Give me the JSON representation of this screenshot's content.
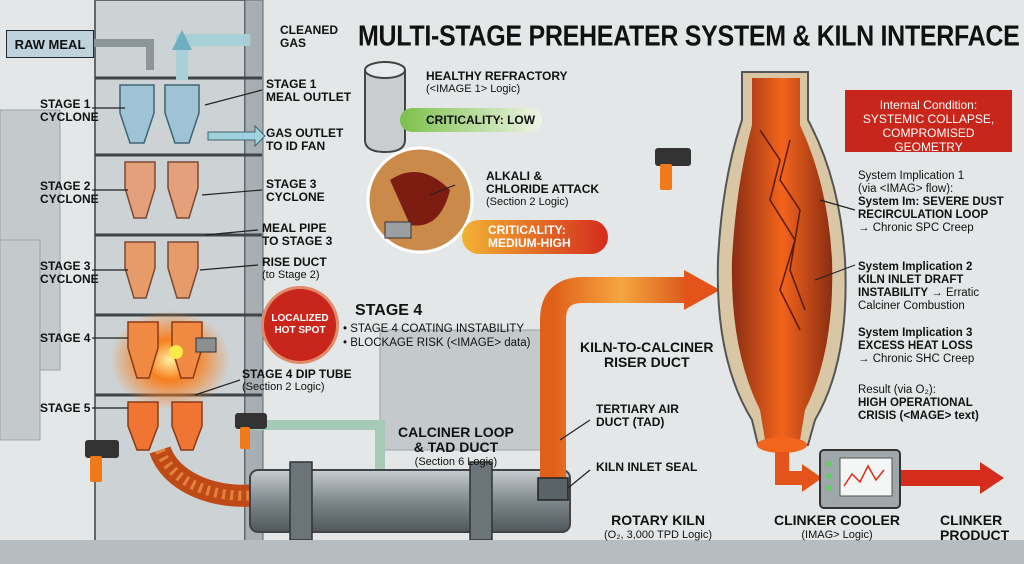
{
  "title": "MULTI-STAGE PREHEATER SYSTEM & KILN INTERFACE",
  "raw_meal": "RAW MEAL",
  "stages": {
    "s1": [
      "STAGE 1",
      "CYCLONE"
    ],
    "s2": [
      "STAGE 2",
      "CYCLONE"
    ],
    "s3": [
      "STAGE 3",
      "CYCLONE"
    ],
    "s4": "STAGE 4",
    "s5": "STAGE 5"
  },
  "tower_labels": {
    "cleaned_gas": [
      "CLEANED",
      "GAS"
    ],
    "meal_outlet": [
      "STAGE 1",
      "MEAL OUTLET"
    ],
    "gas_outlet": [
      "GAS OUTLET",
      "TO ID FAN"
    ],
    "stage3_cyclone": [
      "STAGE 3",
      "CYCLONE"
    ],
    "meal_pipe": [
      "MEAL PIPE",
      "TO STAGE 3"
    ],
    "rise_duct": "RISE DUCT",
    "rise_duct_sub": "(to Stage 2)",
    "dip_tube": "STAGE 4 DIP TUBE",
    "dip_tube_sub": "(Section 2 Logic)"
  },
  "refractory": {
    "healthy": [
      "HEALTHY REFRACTORY",
      "(<IMAGE 1> Logic)"
    ],
    "healthy_criticality": "CRITICALITY: LOW",
    "alkali": [
      "ALKALI &",
      "CHLORIDE ATTACK"
    ],
    "alkali_sub": "(Section 2 Logic)",
    "alkali_criticality": [
      "CRITICALITY:",
      "MEDIUM-HIGH"
    ]
  },
  "hotspot": {
    "badge": [
      "LOCALIZED",
      "HOT SPOT"
    ],
    "heading": "STAGE 4",
    "bullets": [
      "• STAGE 4 COATING INSTABILITY",
      "• BLOCKAGE RISK (<IMAGE> data)"
    ]
  },
  "calciner": {
    "loop": [
      "CALCINER LOOP",
      "& TAD DUCT"
    ],
    "loop_sub": "(Section 6 Logic)",
    "riser": [
      "KILN-TO-CALCINER",
      "RISER DUCT"
    ],
    "tad": [
      "TERTIARY AIR",
      "DUCT (TAD)"
    ],
    "seal": "KILN INLET SEAL"
  },
  "bottom": {
    "rotary": "ROTARY KILN",
    "rotary_sub": "(O₂, 3,000 TPD Logic)",
    "cooler": "CLINKER COOLER",
    "cooler_sub": "(IMAG> Logic)",
    "product": [
      "CLINKER",
      "PRODUCT"
    ]
  },
  "kiln_panel": {
    "condition": [
      "Internal Condition:",
      "SYSTEMIC COLLAPSE,",
      "COMPROMISED GEOMETRY"
    ],
    "imp1": [
      "System Implication 1",
      "(via <IMAG> flow):"
    ],
    "imp1_bold": [
      "System Im: SEVERE DUST",
      "RECIRCULATION LOOP"
    ],
    "imp1_tail": "→ Chronic SPC Creep",
    "imp2_bold": [
      "System Implication 2",
      "KILN INLET DRAFT",
      "INSTABILITY"
    ],
    "imp2_tail": [
      "→ Erratic",
      "Calciner Combustion"
    ],
    "imp3_bold": [
      "System Implication 3",
      "EXCESS HEAT LOSS"
    ],
    "imp3_tail": "→ Chronic SHC Creep",
    "result": [
      "Result (via O₂):"
    ],
    "result_bold": [
      "HIGH OPERATIONAL",
      "CRISIS (<MAGE> text)"
    ]
  },
  "colors": {
    "accent_red": "#c8261b",
    "accent_orange": "#f07a1a",
    "low_green": "#7cc04a",
    "steel": "#8c9599"
  }
}
